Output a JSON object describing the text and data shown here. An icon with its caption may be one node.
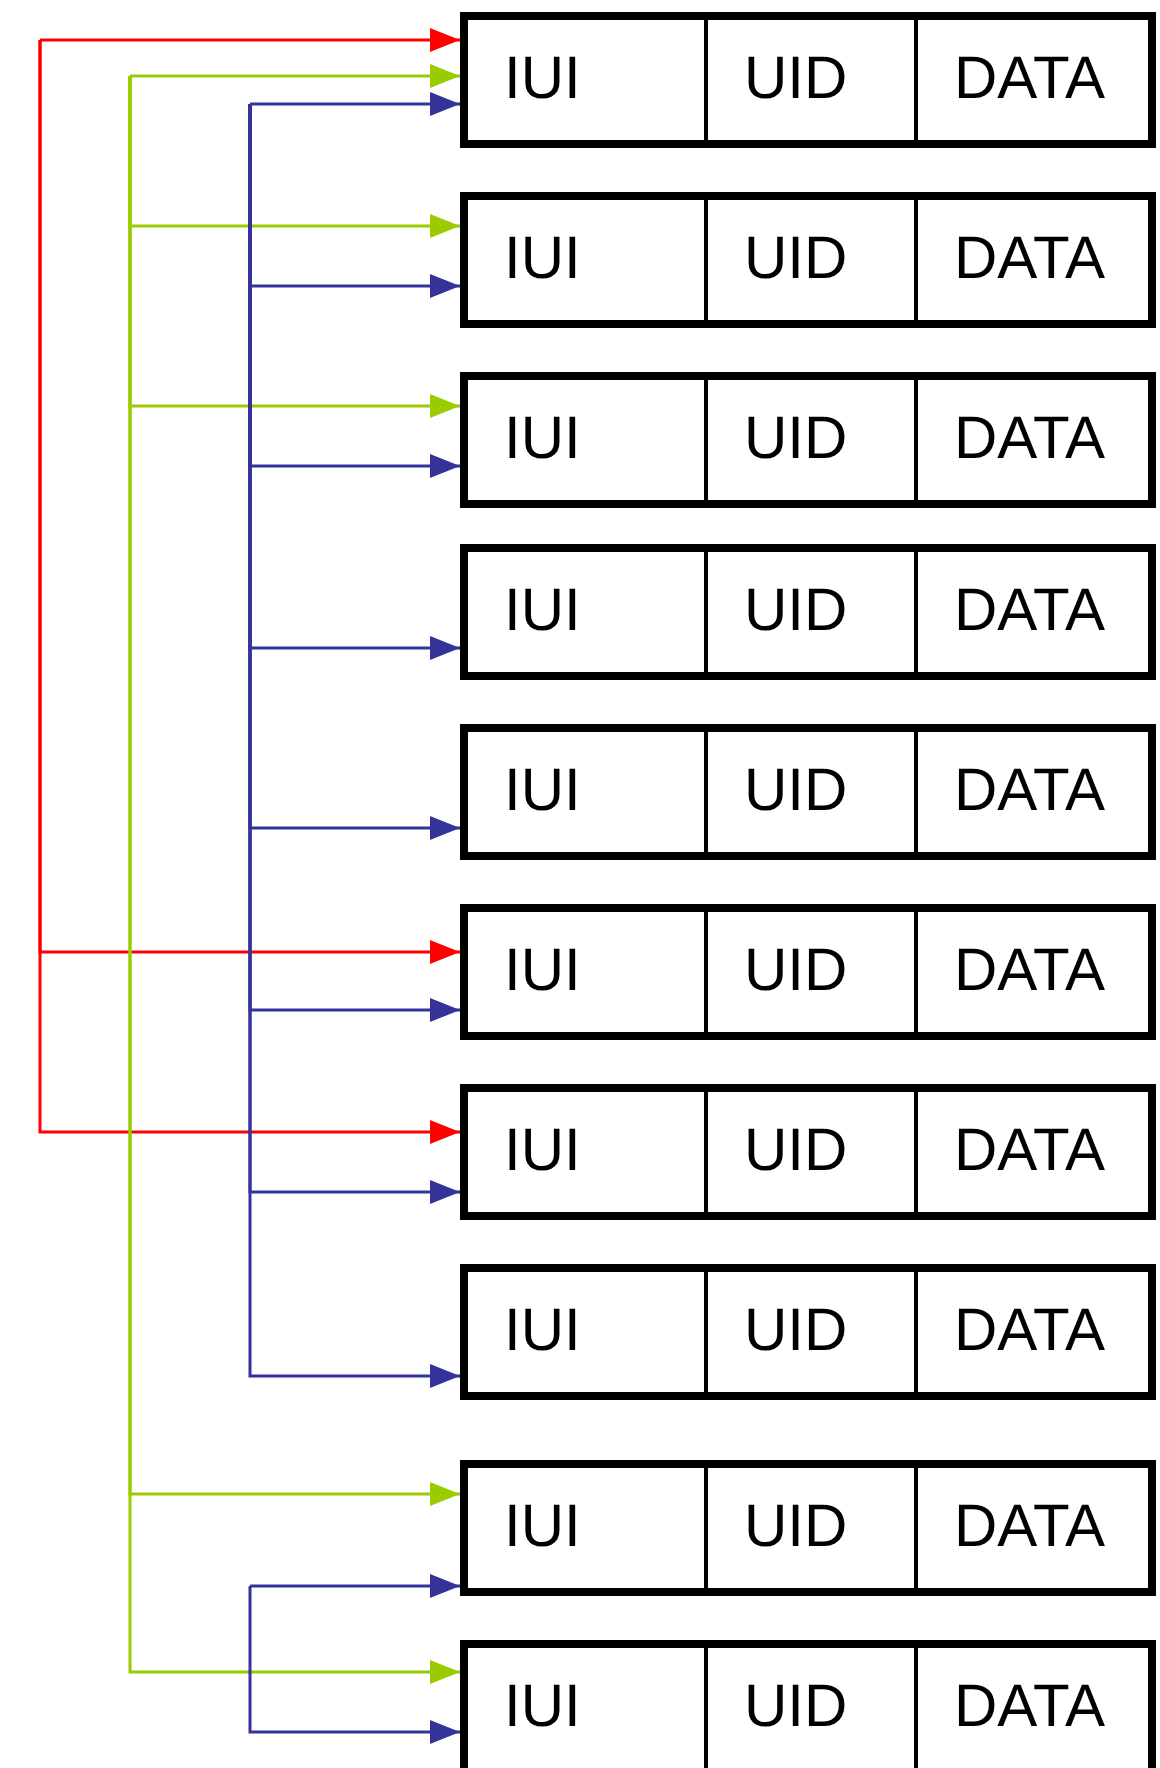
{
  "diagram": {
    "nodes": [
      {
        "text": [
          "IUI",
          "UID",
          "DATA"
        ]
      },
      {
        "text": [
          "IUI",
          "UID",
          "DATA"
        ]
      },
      {
        "text": [
          "IUI",
          "UID",
          "DATA"
        ]
      },
      {
        "text": [
          "IUI",
          "UID",
          "DATA"
        ]
      },
      {
        "text": [
          "IUI",
          "UID",
          "DATA"
        ]
      },
      {
        "text": [
          "IUI",
          "UID",
          "DATA"
        ]
      },
      {
        "text": [
          "IUI",
          "UID",
          "DATA"
        ]
      },
      {
        "text": [
          "IUI",
          "UID",
          "DATA"
        ]
      },
      {
        "text": [
          "IUI",
          "UID",
          "DATA"
        ]
      },
      {
        "text": [
          "IUI",
          "UID",
          "DATA"
        ]
      }
    ],
    "edges": [
      {
        "from": null,
        "to": 0,
        "arrow": "to",
        "color": "#ff0000"
      },
      {
        "from": null,
        "to": 5,
        "arrow": "to",
        "color": "#ff0000"
      },
      {
        "from": null,
        "to": 6,
        "arrow": "to",
        "color": "#ff0000"
      },
      {
        "from": null,
        "to": 0,
        "arrow": "to",
        "color": "#99cc00"
      },
      {
        "from": null,
        "to": 1,
        "arrow": "to",
        "color": "#99cc00"
      },
      {
        "from": null,
        "to": 2,
        "arrow": "to",
        "color": "#99cc00"
      },
      {
        "from": null,
        "to": 8,
        "arrow": "to",
        "color": "#99cc00"
      },
      {
        "from": null,
        "to": 9,
        "arrow": "to",
        "color": "#99cc00"
      },
      {
        "from": null,
        "to": 0,
        "arrow": "to"
      },
      {
        "from": null,
        "to": 1,
        "arrow": "to"
      },
      {
        "from": null,
        "to": 2,
        "arrow": "to"
      },
      {
        "from": null,
        "to": 3,
        "arrow": "to"
      },
      {
        "from": null,
        "to": 4,
        "arrow": "to"
      },
      {
        "from": null,
        "to": 5,
        "arrow": "to"
      },
      {
        "from": null,
        "to": 6,
        "arrow": "to"
      },
      {
        "from": null,
        "to": 7,
        "arrow": "to"
      },
      {
        "from": null,
        "to": 8,
        "arrow": "to"
      },
      {
        "from": null,
        "to": 9,
        "arrow": "to"
      }
    ]
  }
}
